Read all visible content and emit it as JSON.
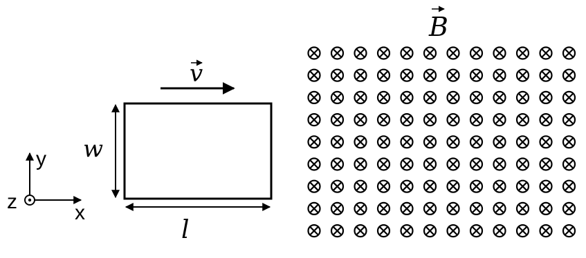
{
  "labels": {
    "velocity": "v",
    "width": "w",
    "length": "l",
    "field": "B",
    "axis_x": "x",
    "axis_y": "y",
    "axis_z": "z"
  },
  "field": {
    "rows": 9,
    "columns": 12,
    "direction": "into-page",
    "symbol": "⊗"
  },
  "colors": {
    "ink": "#000000",
    "background": "#ffffff"
  }
}
